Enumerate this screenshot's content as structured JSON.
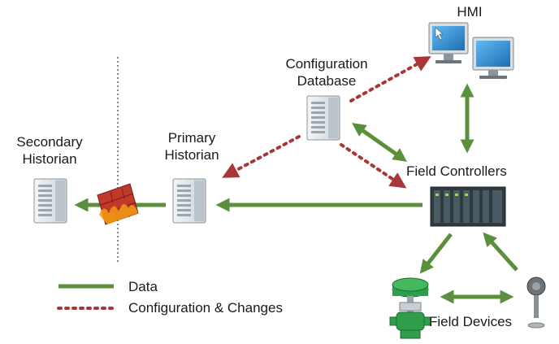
{
  "nodes": {
    "hmi": "HMI",
    "configuration_database": "Configuration\nDatabase",
    "primary_historian": "Primary\nHistorian",
    "secondary_historian": "Secondary\nHistorian",
    "field_controllers": "Field Controllers",
    "field_devices": "Field Devices"
  },
  "legend": {
    "data": "Data",
    "configuration": "Configuration & Changes"
  },
  "colors": {
    "data_line": "#5c8f3c",
    "config_line": "#a83838",
    "firewall": "#c0392b",
    "firewall_flame": "#f39c12",
    "server_body": "#e6ebee",
    "controller": "#2f3a40",
    "monitor_screen": "#2b8fd6",
    "valve": "#2f9e4a"
  },
  "icons": {
    "hmi": "computer-monitors-icon",
    "configuration_database": "server-icon",
    "primary_historian": "server-icon",
    "secondary_historian": "server-icon",
    "field_controllers": "controller-rack-icon",
    "field_devices": [
      "control-valve-icon",
      "transmitter-icon"
    ],
    "firewall": "firewall-icon"
  }
}
